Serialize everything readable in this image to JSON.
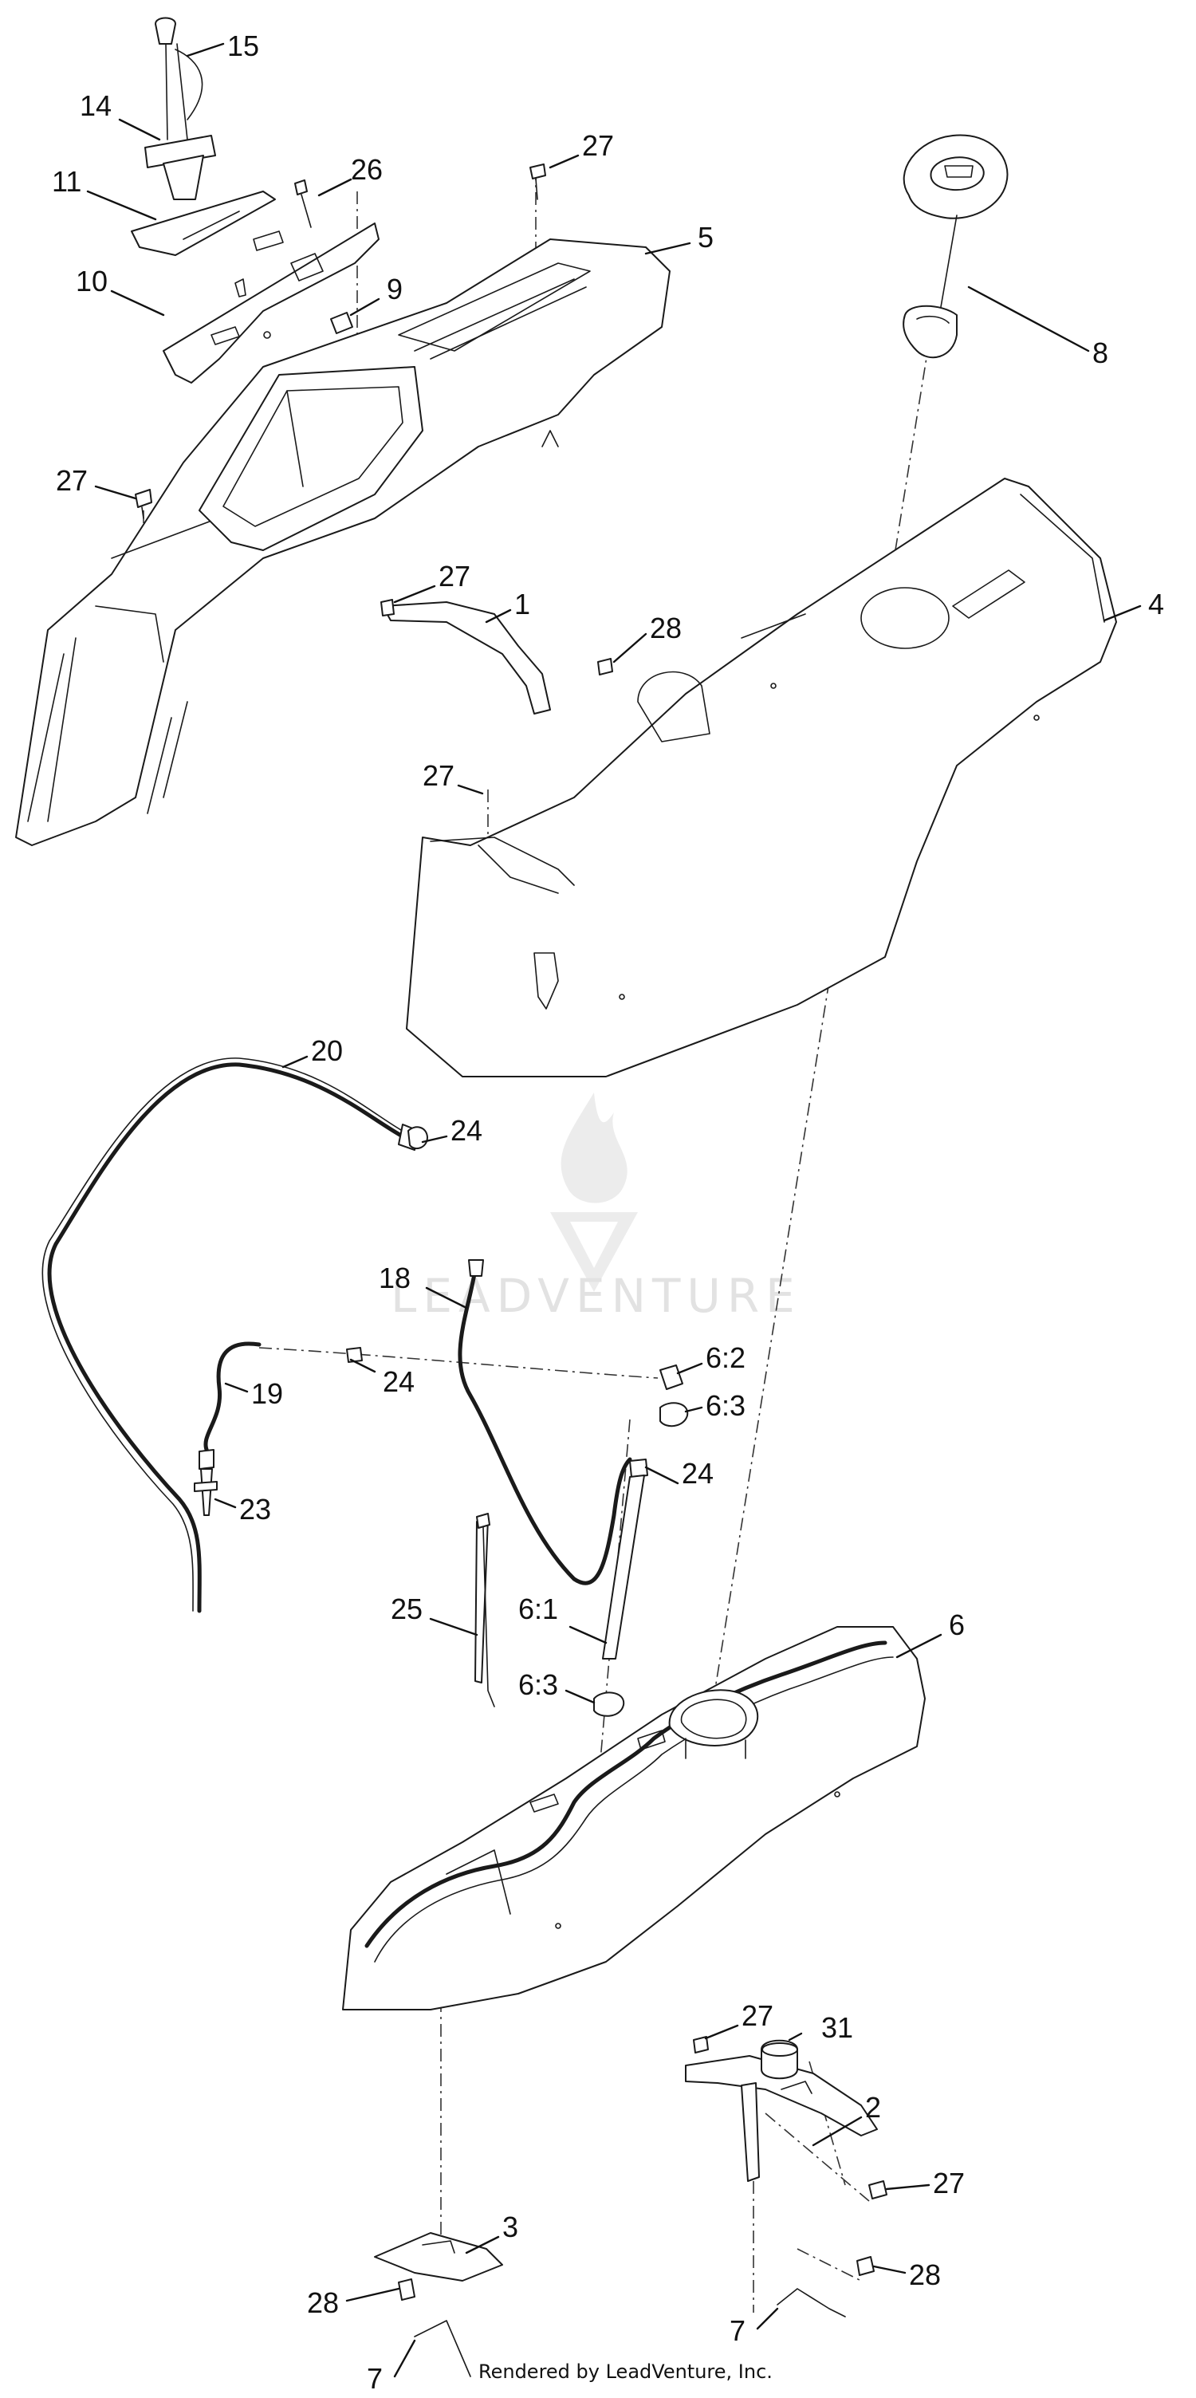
{
  "watermark": {
    "text": "LEADVENTURE"
  },
  "footer": {
    "text": "Rendered by LeadVenture, Inc."
  },
  "callouts": [
    {
      "id": "c15a",
      "label": "15"
    },
    {
      "id": "c14a",
      "label": "14"
    },
    {
      "id": "c11a",
      "label": "11"
    },
    {
      "id": "c26a",
      "label": "26"
    },
    {
      "id": "c27a",
      "label": "27"
    },
    {
      "id": "c5a",
      "label": "5"
    },
    {
      "id": "c8a",
      "label": "8"
    },
    {
      "id": "c10a",
      "label": "10"
    },
    {
      "id": "c9a",
      "label": "9"
    },
    {
      "id": "c27b",
      "label": "27"
    },
    {
      "id": "c27c",
      "label": "27"
    },
    {
      "id": "c1a",
      "label": "1"
    },
    {
      "id": "c28a",
      "label": "28"
    },
    {
      "id": "c4a",
      "label": "4"
    },
    {
      "id": "c27d",
      "label": "27"
    },
    {
      "id": "c20a",
      "label": "20"
    },
    {
      "id": "c24a",
      "label": "24"
    },
    {
      "id": "c18a",
      "label": "18"
    },
    {
      "id": "c62a",
      "label": "6:2"
    },
    {
      "id": "c19a",
      "label": "19"
    },
    {
      "id": "c24b",
      "label": "24"
    },
    {
      "id": "c63a",
      "label": "6:3"
    },
    {
      "id": "c24c",
      "label": "24"
    },
    {
      "id": "c23a",
      "label": "23"
    },
    {
      "id": "c25a",
      "label": "25"
    },
    {
      "id": "c61a",
      "label": "6:1"
    },
    {
      "id": "c6a",
      "label": "6"
    },
    {
      "id": "c63b",
      "label": "6:3"
    },
    {
      "id": "c27e",
      "label": "27"
    },
    {
      "id": "c31a",
      "label": "31"
    },
    {
      "id": "c2a",
      "label": "2"
    },
    {
      "id": "c27f",
      "label": "27"
    },
    {
      "id": "c3a",
      "label": "3"
    },
    {
      "id": "c28b",
      "label": "28"
    },
    {
      "id": "c7a",
      "label": "7"
    },
    {
      "id": "c28c",
      "label": "28"
    },
    {
      "id": "c7b",
      "label": "7"
    }
  ]
}
